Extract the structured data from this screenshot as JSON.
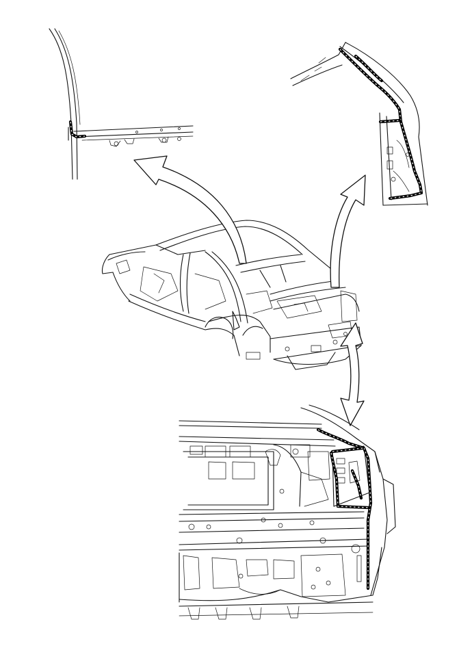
{
  "figure": {
    "type": "vehicle body sealer application diagram",
    "views": [
      {
        "name": "overview",
        "depicts": "vehicle-body-shell"
      },
      {
        "name": "detail-upper-left",
        "depicts": "roof-pillar-joint"
      },
      {
        "name": "detail-upper-right",
        "depicts": "rear-quarter-pillar"
      },
      {
        "name": "detail-bottom",
        "depicts": "rear-panel-and-quarter"
      }
    ],
    "callouts": 3,
    "colors": {
      "line": "#111111",
      "sealer": "#000000",
      "background": "#ffffff"
    }
  }
}
